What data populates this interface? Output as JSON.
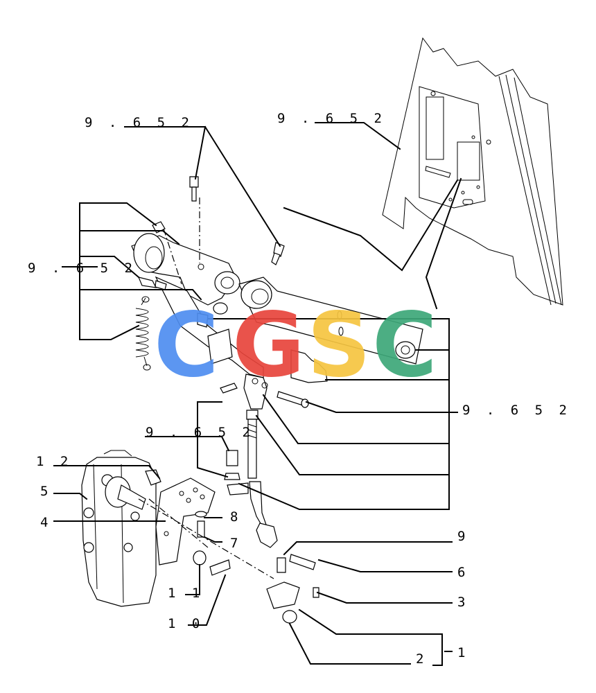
{
  "callouts": {
    "ref_top": "9 . 6 5 2",
    "ref_panel": "9 . 6 5 2",
    "ref_left": "9 . 6 5 2",
    "ref_right": "9 . 6 5 2",
    "ref_mid": "9 . 6 5 2",
    "p12": "1 2",
    "p5": "5",
    "p4": "4",
    "p8": "8",
    "p7": "7",
    "p9": "9",
    "p6": "6",
    "p3": "3",
    "p11": "1 1",
    "p10": "1 0",
    "p2": "2",
    "p1": "1"
  },
  "watermark": {
    "letters": [
      "C",
      "G",
      "S",
      "C"
    ],
    "colors": [
      "#4f8ef0",
      "#e8453c",
      "#f6c541",
      "#3da879"
    ]
  }
}
